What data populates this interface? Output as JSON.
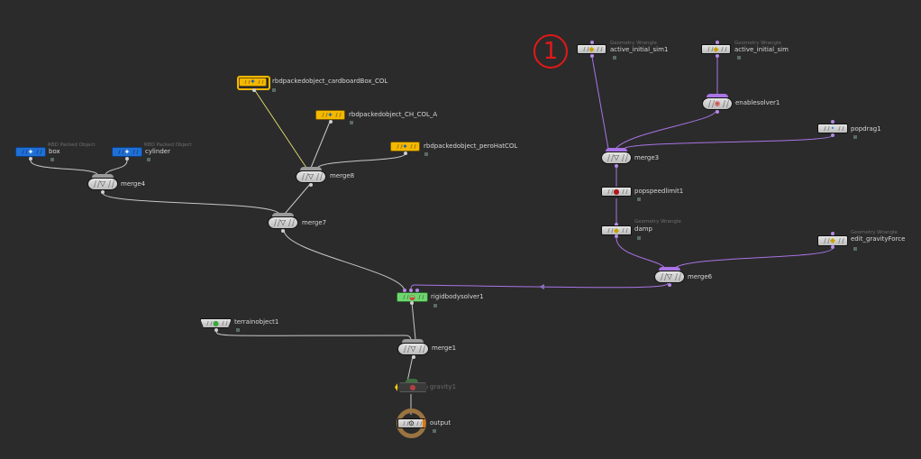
{
  "annotation": {
    "marker": "1",
    "color": "#e31818"
  },
  "colors": {
    "wire_default": "#c8c8c8",
    "wire_dop": "#a974e6",
    "wire_selected": "#d8d070",
    "background": "#2b2b2b"
  },
  "nodes": [
    {
      "id": "box",
      "label": "box",
      "subtitle": "RBD Packed Object",
      "style": "blue",
      "icon": "rbd-object-icon"
    },
    {
      "id": "cylinder",
      "label": "cylinder",
      "subtitle": "RBD Packed Object",
      "style": "blue",
      "icon": "rbd-object-icon"
    },
    {
      "id": "merge4",
      "label": "merge4",
      "style": "grey-merge",
      "icon": "merge-icon"
    },
    {
      "id": "cardboard",
      "label": "rbdpackedobject_cardboardBox_COL",
      "style": "yellow",
      "icon": "rbd-object-icon",
      "selected": true
    },
    {
      "id": "chcol",
      "label": "rbdpackedobject_CH_COL_A",
      "style": "yellow",
      "icon": "rbd-object-icon"
    },
    {
      "id": "perohat",
      "label": "rbdpackedobject_peroHatCOL",
      "style": "yellow",
      "icon": "rbd-object-icon"
    },
    {
      "id": "merge8",
      "label": "merge8",
      "style": "grey-merge",
      "icon": "merge-icon"
    },
    {
      "id": "merge7",
      "label": "merge7",
      "style": "grey-merge",
      "icon": "merge-icon"
    },
    {
      "id": "rigidbodysolver1",
      "label": "rigidbodysolver1",
      "style": "green",
      "icon": "solver-icon"
    },
    {
      "id": "terrainobject1",
      "label": "terrainobject1",
      "style": "grey-trap",
      "icon": "terrain-icon"
    },
    {
      "id": "merge1",
      "label": "merge1",
      "style": "grey-merge",
      "icon": "merge-icon"
    },
    {
      "id": "gravity1",
      "label": "gravity1",
      "style": "bypassed",
      "icon": "gravity-icon"
    },
    {
      "id": "output",
      "label": "output",
      "style": "output",
      "icon": "output-icon"
    },
    {
      "id": "active1",
      "label": "active_initial_sim1",
      "subtitle": "Geometry Wrangle",
      "style": "grey-flag",
      "icon": "wrangle-icon"
    },
    {
      "id": "active2",
      "label": "active_initial_sim",
      "subtitle": "Geometry Wrangle",
      "style": "grey-flag",
      "icon": "wrangle-icon"
    },
    {
      "id": "enablesolver1",
      "label": "enablesolver1",
      "style": "grey-merge",
      "icon": "enable-solver-icon"
    },
    {
      "id": "popdrag1",
      "label": "popdrag1",
      "style": "grey-flag",
      "icon": "pop-drag-icon"
    },
    {
      "id": "merge3",
      "label": "merge3",
      "style": "grey-merge",
      "icon": "merge-icon"
    },
    {
      "id": "popspeedlimit1",
      "label": "popspeedlimit1",
      "style": "grey-flag",
      "icon": "speed-limit-icon"
    },
    {
      "id": "damp",
      "label": "damp",
      "subtitle": "Geometry Wrangle",
      "style": "grey-flag",
      "icon": "wrangle-icon"
    },
    {
      "id": "edit_gravity",
      "label": "edit_gravityForce",
      "subtitle": "Geometry Wrangle",
      "style": "grey-flag",
      "icon": "wrangle-icon"
    },
    {
      "id": "merge6",
      "label": "merge6",
      "style": "grey-merge",
      "icon": "merge-icon"
    }
  ]
}
